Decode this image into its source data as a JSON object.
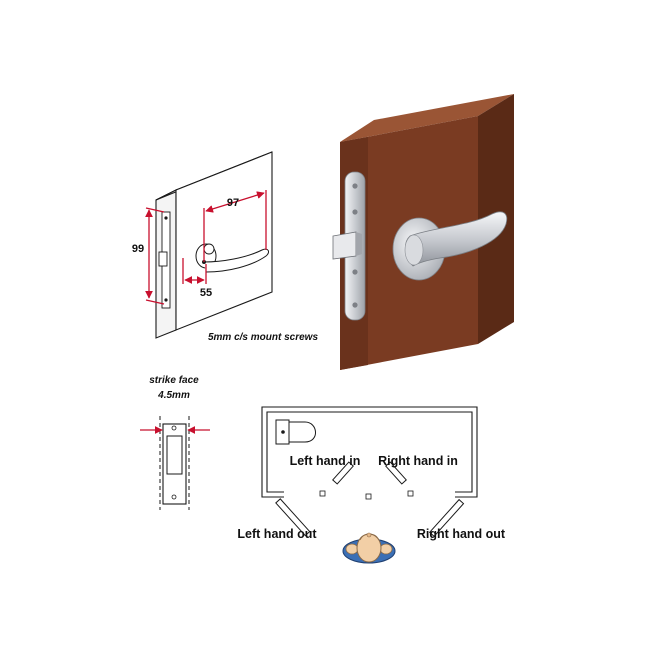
{
  "dimensions": {
    "height": "99",
    "width": "97",
    "backset": "55"
  },
  "notes": {
    "mount_screws": "5mm c/s mount screws",
    "strike_face_line1": "strike face",
    "strike_face_line2": "4.5mm"
  },
  "handing": {
    "left_hand_in": "Left hand in",
    "right_hand_in": "Right hand in",
    "left_hand_out": "Left hand out",
    "right_hand_out": "Right hand out"
  },
  "colors": {
    "wood": "#7a3b22",
    "wood_dark": "#5a2a16",
    "wood_top": "#9a5535",
    "steel": "#d6d8dc",
    "steel_dark": "#a9acb2",
    "dimension_red": "#c8102e",
    "head_blue": "#3b6fb5",
    "skin": "#f2cfa6"
  }
}
